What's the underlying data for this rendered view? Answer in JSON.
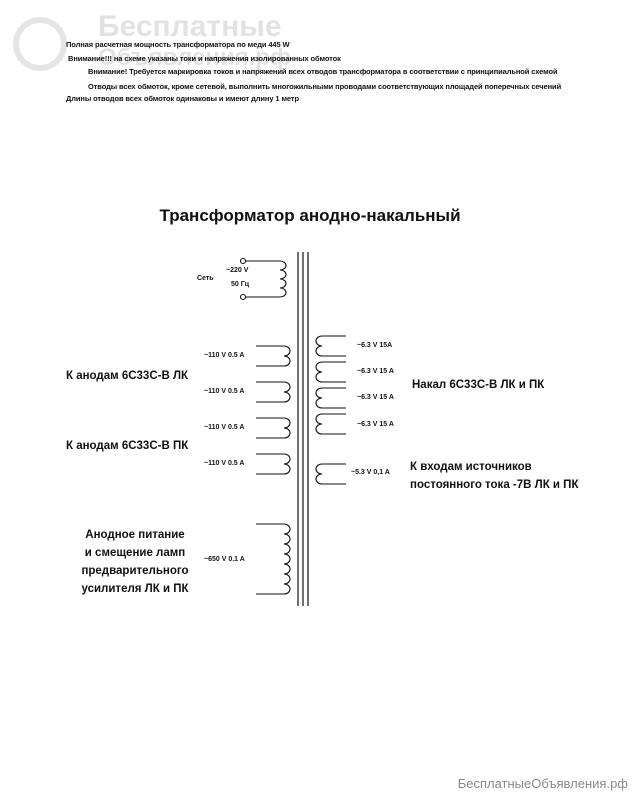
{
  "notes": [
    "Полная расчетная мощность трансформатора по меди 445 W",
    "Внимание!!! на схеме указаны токи и напряжения изолированных обмоток",
    "Внимание! Требуется маркировка токов и напряжений всех отводов  трансформатора в соответствии с принципиальной схемой",
    "Отводы всех обмоток, кроме сетевой, выполнить многожильными проводами соответствующих площадей поперечных сечений",
    "Длины отводов всех обмоток одинаковы и имеют длину 1 метр"
  ],
  "watermark": {
    "line1": "Бесплатные",
    "line2": "Объявления.рф"
  },
  "title": "Трансформатор анодно-накальный",
  "primary": {
    "name": "Сеть",
    "voltage": "~220 V",
    "frequency": "50 Гц"
  },
  "left_windings": [
    "~110 V 0.5 A",
    "~110 V 0.5 A",
    "~110 V 0.5 A",
    "~110 V 0.5 A",
    "~650 V 0.1 A"
  ],
  "right_windings": [
    "~6.3 V 15A",
    "~6.3 V 15 A",
    "~6.3 V 15 A",
    "~6.3 V 15 A",
    "~5.3 V 0,1 A"
  ],
  "groups": {
    "anodes_lk": "К анодам 6С33С-В ЛК",
    "anodes_pk": "К анодам 6С33С-В ПК",
    "anode_supply": [
      "Анодное питание",
      "и смещение ламп",
      "предварительного",
      "усилителя ЛК и ПК"
    ],
    "heater": "Накал 6С33С-В ЛК и ПК",
    "rectifier": [
      "К входам источников",
      "постоянного тока -7В ЛК и ПК"
    ]
  },
  "footer_watermark": "БесплатныеОбъявления.рф"
}
